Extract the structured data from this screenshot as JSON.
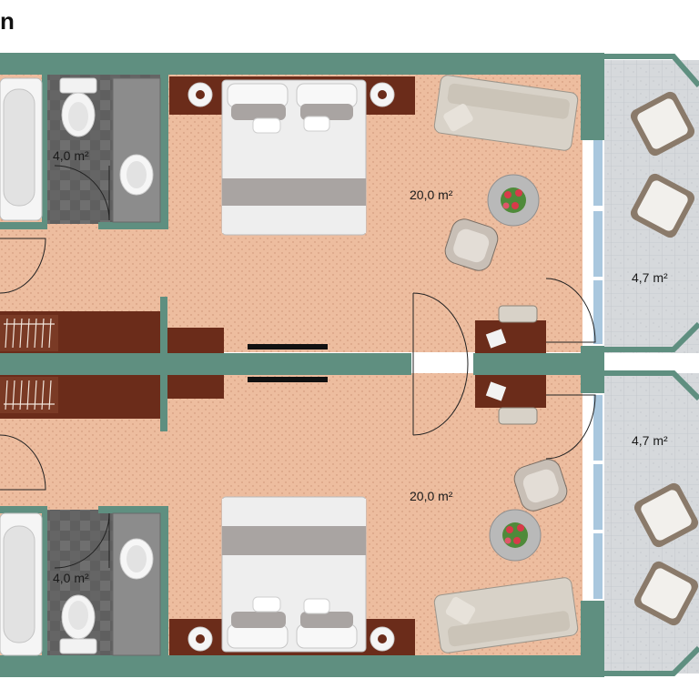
{
  "title_fragment": "n",
  "rooms": {
    "top": {
      "bathroom_area": "4,0 m²",
      "bedroom_area": "20,0 m²",
      "balcony_area": "4,7 m²"
    },
    "bottom": {
      "bathroom_area": "4,0 m²",
      "bedroom_area": "20,0 m²",
      "balcony_area": "4,7 m²"
    }
  },
  "colors": {
    "wall": "#5f8f80",
    "floor": "#edbd9f",
    "bath_tile": "#6b6b6b",
    "balcony_tile": "#d6d9dc",
    "wood": "#6b2c1a",
    "linen": "#eeeeee",
    "throw": "#a9a4a2",
    "sofa": "#d8d2c8",
    "glass": "#a9c7de"
  }
}
